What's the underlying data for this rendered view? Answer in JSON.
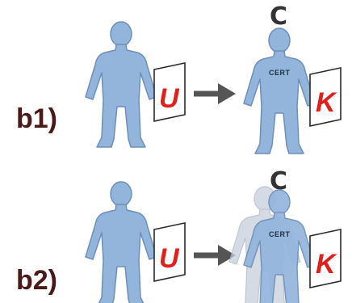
{
  "rows": [
    {
      "label": "b1)",
      "source_card_letter": "U",
      "target_card_letter": "K",
      "badge": "CERT",
      "top_mark": "C",
      "shadow_figure": false
    },
    {
      "label": "b2)",
      "source_card_letter": "U",
      "target_card_letter": "K",
      "badge": "CERT",
      "top_mark": "C",
      "shadow_figure": true
    }
  ],
  "colors": {
    "figure_fill": "#93b5dc",
    "letter_red": "#e0201c",
    "arrow_gray": "#555555",
    "label_dark": "#4a1a1a"
  },
  "icons": [
    "person-icon",
    "card-icon",
    "arrow-right-icon"
  ]
}
